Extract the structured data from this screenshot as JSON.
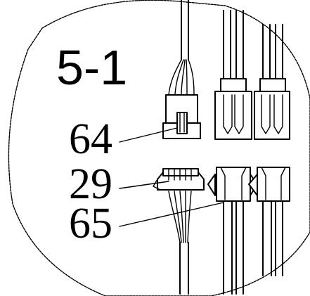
{
  "step_label": "5-1",
  "callouts": {
    "part_64": "64",
    "part_29": "29",
    "part_65": "65"
  },
  "colors": {
    "line": "#000000",
    "background": "#ffffff"
  }
}
